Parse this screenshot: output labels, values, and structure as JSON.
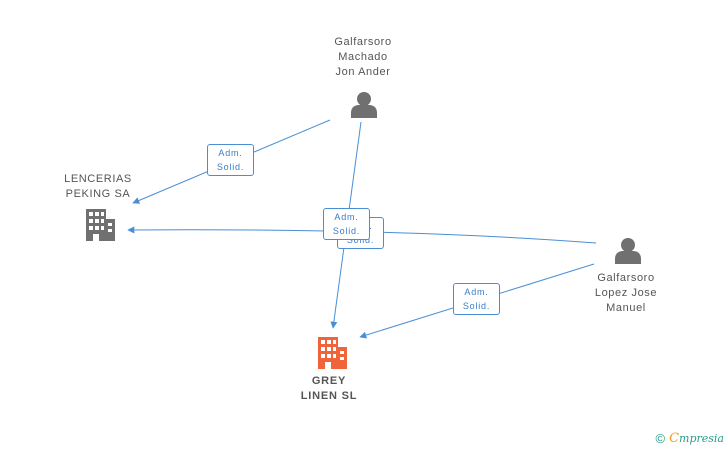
{
  "nodes": {
    "person_jon": {
      "lines": [
        "Galfarsoro",
        "Machado",
        "Jon Ander"
      ],
      "type": "person"
    },
    "person_jose": {
      "lines": [
        "Galfarsoro",
        "Lopez Jose",
        "Manuel"
      ],
      "type": "person"
    },
    "company_lencerias": {
      "lines": [
        "LENCERIAS",
        "PEKING SA"
      ],
      "type": "company"
    },
    "company_grey": {
      "lines": [
        "GREY",
        "LINEN SL"
      ],
      "type": "company-main"
    }
  },
  "edges": [
    {
      "from": "person_jon",
      "to": "company_lencerias",
      "label": [
        "Adm.",
        "Solid."
      ]
    },
    {
      "from": "person_jon",
      "to": "company_grey",
      "label": [
        "Adm.",
        "Solid."
      ]
    },
    {
      "from": "person_jose",
      "to": "company_lencerias",
      "label": [
        "Adm.",
        "Solid."
      ]
    },
    {
      "from": "person_jose",
      "to": "company_grey",
      "label": [
        "Adm.",
        "Solid."
      ]
    }
  ],
  "colors": {
    "edge": "#4a8fd6",
    "person_icon": "#707070",
    "company_icon": "#707070",
    "main_company_icon": "#f0643c",
    "brand": "#2a9a8c"
  },
  "footer": {
    "copyright": "©",
    "brand_first": "C",
    "brand_rest": "mpresia"
  }
}
